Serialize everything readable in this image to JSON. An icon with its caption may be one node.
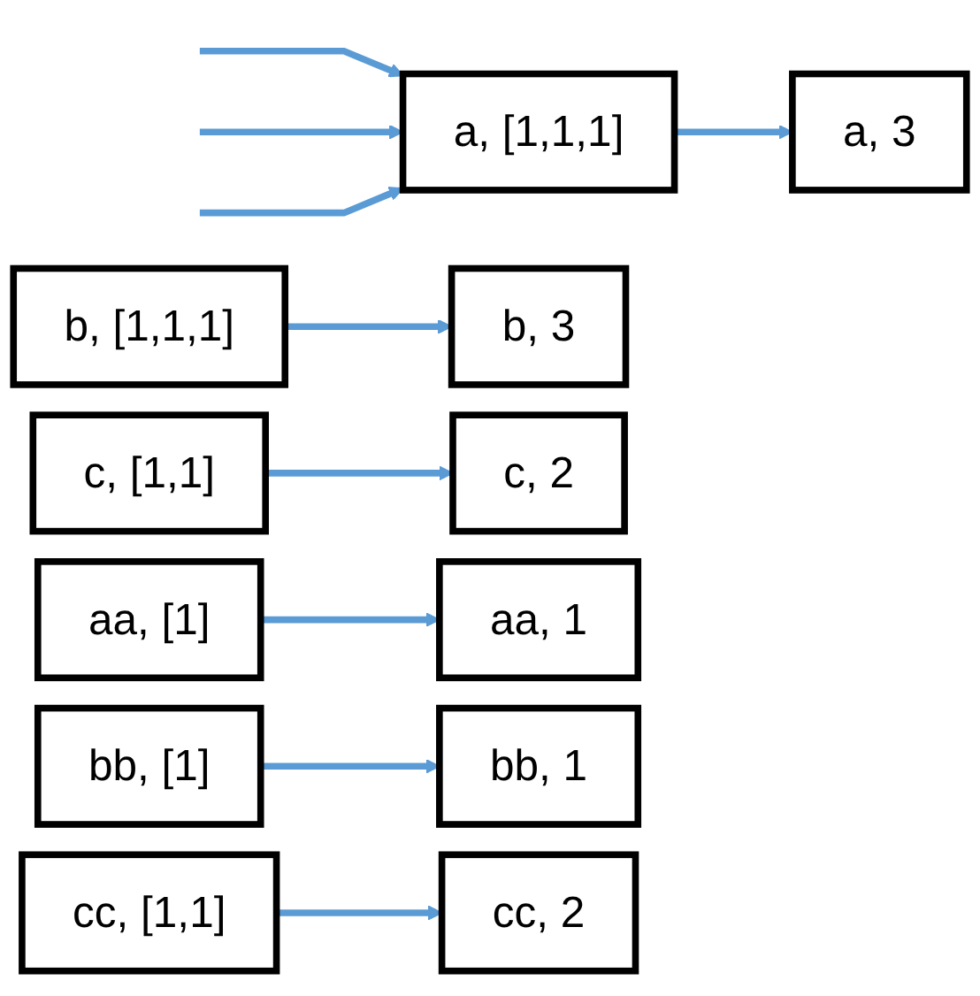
{
  "diagram": {
    "nodes": [
      {
        "text": [
          "a, [1,1,1]"
        ]
      },
      {
        "text": [
          "a, 3"
        ]
      },
      {
        "text": [
          "b, [1,1,1]"
        ]
      },
      {
        "text": [
          "b, 3"
        ]
      },
      {
        "text": [
          "c, [1,1]"
        ]
      },
      {
        "text": [
          "c, 2"
        ]
      },
      {
        "text": [
          "aa, [1]"
        ]
      },
      {
        "text": [
          "aa, 1"
        ]
      },
      {
        "text": [
          "bb, [1]"
        ]
      },
      {
        "text": [
          "bb, 1"
        ]
      },
      {
        "text": [
          "cc, [1,1]"
        ]
      },
      {
        "text": [
          "cc, 2"
        ]
      }
    ],
    "edges": [
      {
        "from": null,
        "to": 0,
        "arrow": "to"
      },
      {
        "from": null,
        "to": 0,
        "arrow": "to"
      },
      {
        "from": null,
        "to": 0,
        "arrow": "to"
      },
      {
        "from": 0,
        "to": 1,
        "arrow": "to"
      },
      {
        "from": 2,
        "to": 3,
        "arrow": "to"
      },
      {
        "from": 4,
        "to": 5,
        "arrow": "to"
      },
      {
        "from": 6,
        "to": 7,
        "arrow": "to"
      },
      {
        "from": 8,
        "to": 9,
        "arrow": "to"
      },
      {
        "from": 10,
        "to": 11,
        "arrow": "to"
      }
    ]
  }
}
